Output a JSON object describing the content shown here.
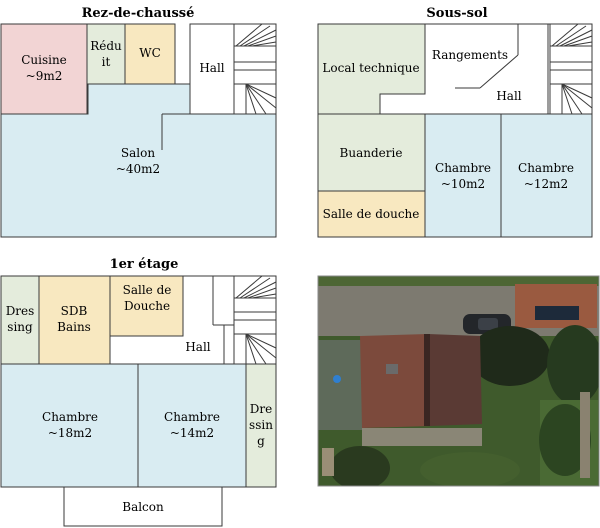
{
  "floors": {
    "ground": {
      "title": "Rez-de-chaussé",
      "rooms": {
        "cuisine": {
          "name": "Cuisine",
          "area": "~9m2"
        },
        "reduit": {
          "line1": "Rédu",
          "line2": "it"
        },
        "wc": {
          "name": "WC"
        },
        "hall": {
          "name": "Hall"
        },
        "salon": {
          "name": "Salon",
          "area": "~40m2"
        }
      }
    },
    "basement": {
      "title": "Sous-sol",
      "rooms": {
        "local_technique": {
          "name": "Local technique"
        },
        "rangements": {
          "name": "Rangements"
        },
        "hall": {
          "name": "Hall"
        },
        "buanderie": {
          "name": "Buanderie"
        },
        "salle_de_douche": {
          "name": "Salle de douche"
        },
        "chambre_10": {
          "name": "Chambre",
          "area": "~10m2"
        },
        "chambre_12": {
          "name": "Chambre",
          "area": "~12m2"
        }
      }
    },
    "first": {
      "title": "1er étage",
      "rooms": {
        "dressing_left": {
          "line1": "Dres",
          "line2": "sing"
        },
        "sdb_bains": {
          "line1": "SDB",
          "line2": "Bains"
        },
        "salle_de_douche": {
          "line1": "Salle de",
          "line2": "Douche"
        },
        "hall": {
          "name": "Hall"
        },
        "chambre_18": {
          "name": "Chambre",
          "area": "~18m2"
        },
        "chambre_14": {
          "name": "Chambre",
          "area": "~14m2"
        },
        "dressing_right": {
          "line1": "Dre",
          "line2": "ssin",
          "line3": "g"
        },
        "balcon": {
          "name": "Balcon"
        }
      }
    }
  },
  "colors": {
    "kitchen": "#f2d4d4",
    "wet_rooms": "#f8e8c0",
    "living": "#d9ecf2",
    "service": "#e4ecdc",
    "walls": "#3a3a3a"
  }
}
